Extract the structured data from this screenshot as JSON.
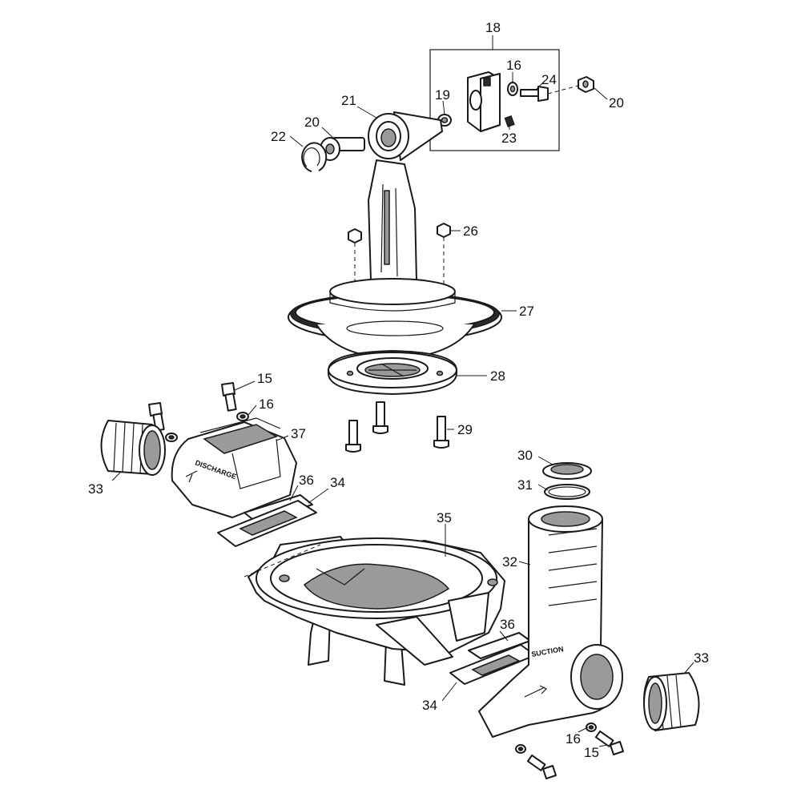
{
  "callouts": {
    "c18": "18",
    "c16_top": "16",
    "c24": "24",
    "c19": "19",
    "c21": "21",
    "c20_left": "20",
    "c20_right": "20",
    "c22": "22",
    "c23": "23",
    "c26": "26",
    "c27": "27",
    "c28": "28",
    "c15_left": "15",
    "c16_left": "16",
    "c37": "37",
    "c29": "29",
    "c33_left": "33",
    "c36_top": "36",
    "c34_top": "34",
    "c30": "30",
    "c31": "31",
    "c35": "35",
    "c32": "32",
    "c36_bottom": "36",
    "c33_right": "33",
    "c34_bottom": "34",
    "c16_right": "16",
    "c15_right": "15"
  },
  "embossed_text": {
    "discharge": "DISCHARGE",
    "suction": "SUCTION"
  }
}
